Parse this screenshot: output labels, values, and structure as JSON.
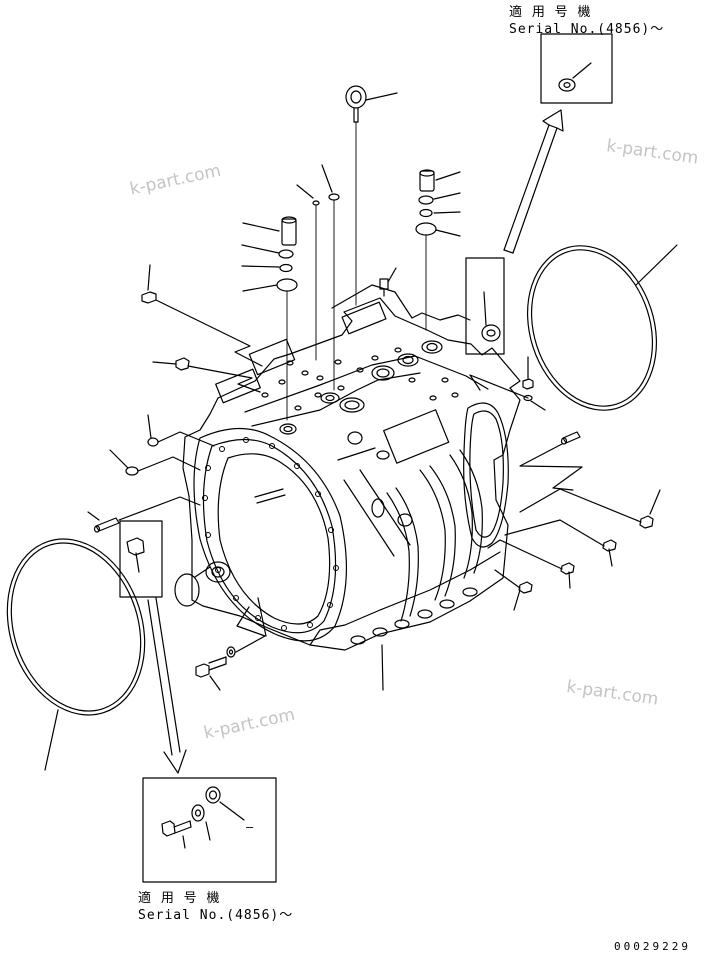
{
  "watermarks": [
    "k-part.com",
    "k-part.com",
    "k-part.com",
    "k-part.com"
  ],
  "notes": {
    "top": {
      "line1": "適 用 号 機",
      "line2": "Serial No.(4856)～"
    },
    "bottom": {
      "line1": "適 用 号 機",
      "line2": "Serial No.(4856)～"
    }
  },
  "drawing_code": "00029229",
  "dash_mark": "–",
  "colors": {
    "ink": "#000000",
    "watermark": "#c4c4c4",
    "background": "#ffffff"
  }
}
